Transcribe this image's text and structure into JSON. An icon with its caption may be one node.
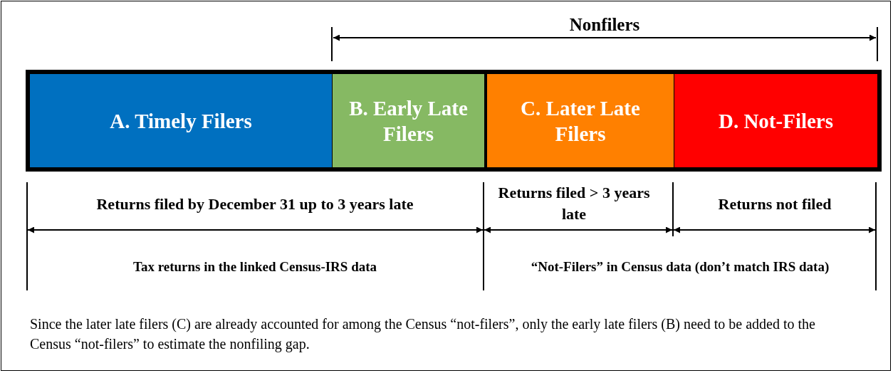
{
  "diagram": {
    "caption": "Since the later late filers (C) are already accounted for among the Census “not-filers”, only the early late filers (B) need to be added to the Census “not-filers” to estimate the nonfiling gap.",
    "nodes": [
      {
        "text": [
          "A. Timely Filers"
        ]
      },
      {
        "text": [
          "B. Early Late Filers"
        ]
      },
      {
        "text": [
          "C. Later Late Filers"
        ]
      },
      {
        "text": [
          "D. Not-Filers"
        ]
      }
    ],
    "edges": [],
    "labels": [
      "Nonfilers",
      "Returns filed by December 31 up to 3 years late",
      "Returns filed > 3 years late",
      "Returns not filed",
      "Tax returns in the linked Census-IRS data",
      "“Not-Filers” in Census data (don’t match IRS data)"
    ]
  }
}
